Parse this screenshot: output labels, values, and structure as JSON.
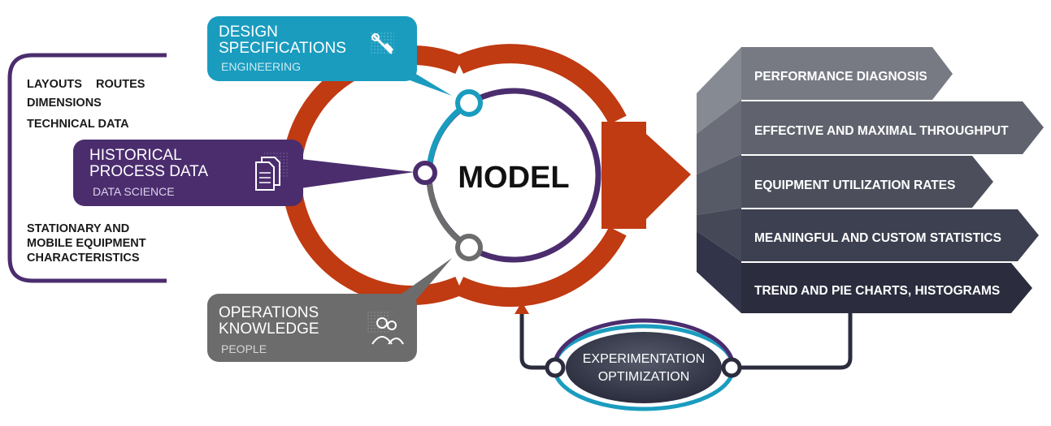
{
  "model_label": "MODEL",
  "inputs": {
    "design": {
      "title_lines": [
        "DESIGN",
        "SPECIFICATIONS"
      ],
      "subtitle": "ENGINEERING",
      "icon": "tools-icon",
      "color": "#1a9cbf"
    },
    "historical": {
      "title_lines": [
        "HISTORICAL",
        "PROCESS DATA"
      ],
      "subtitle": "DATA SCIENCE",
      "icon": "documents-icon",
      "color": "#4b2d6e"
    },
    "operations": {
      "title_lines": [
        "OPERATIONS",
        "KNOWLEDGE"
      ],
      "subtitle": "PEOPLE",
      "icon": "people-icon",
      "color": "#6c6c6c"
    }
  },
  "data_list": {
    "line1a": "LAYOUTS",
    "line1b": "ROUTES",
    "line2": "DIMENSIONS",
    "line3": "TECHNICAL DATA",
    "equipment_lines": [
      "STATIONARY AND",
      "MOBILE EQUIPMENT",
      "CHARACTERISTICS"
    ]
  },
  "outputs": [
    "PERFORMANCE DIAGNOSIS",
    "EFFECTIVE AND MAXIMAL THROUGHPUT",
    "EQUIPMENT UTILIZATION RATES",
    "MEANINGFUL AND CUSTOM STATISTICS",
    "TREND AND PIE CHARTS, HISTOGRAMS"
  ],
  "experimentation_lines": [
    "EXPERIMENTATION",
    "OPTIMIZATION"
  ],
  "colors": {
    "orange_ring": "#c03a12",
    "purple": "#4b2d6e",
    "teal": "#1a9cbf",
    "gray": "#6c6c6c",
    "output_rows": [
      "#777a83",
      "#60636d",
      "#4c4f5b",
      "#3d4050",
      "#2b2d3e"
    ]
  }
}
